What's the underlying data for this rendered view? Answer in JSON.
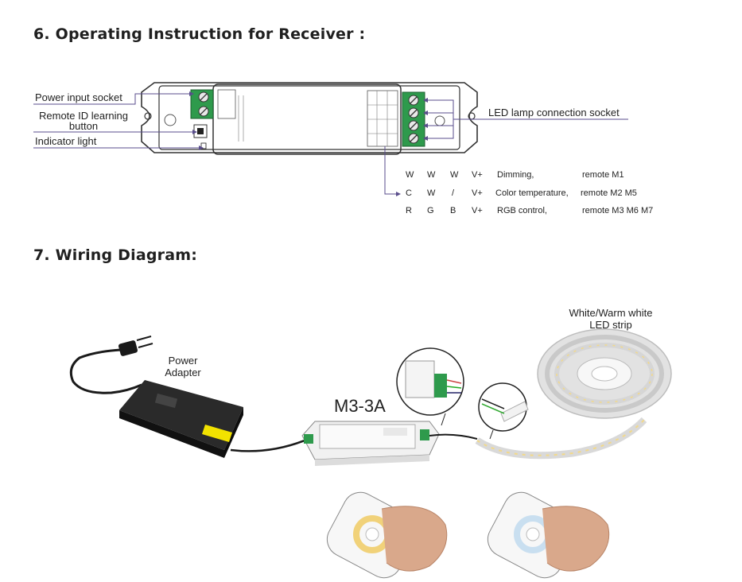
{
  "section6": {
    "title": "6. Operating Instruction for Receiver :",
    "labels": {
      "power_input": "Power input socket",
      "remote_id_line1": "Remote ID learning",
      "remote_id_line2": "button",
      "indicator": "Indicator light",
      "led_socket": "LED lamp connection socket"
    },
    "table": [
      {
        "c1": "W",
        "c2": "W",
        "c3": "W",
        "c4": "V+",
        "desc": "Dimming,",
        "remote": "remote M1"
      },
      {
        "c1": "C",
        "c2": "W",
        "c3": "/",
        "c4": "V+",
        "desc": "Color temperature,",
        "remote": "remote M2 M5"
      },
      {
        "c1": "R",
        "c2": "G",
        "c3": "B",
        "c4": "V+",
        "desc": "RGB control,",
        "remote": "remote  M3 M6 M7"
      }
    ]
  },
  "section7": {
    "title": "7. Wiring Diagram:",
    "labels": {
      "power_line1": "Power",
      "power_line2": "Adapter",
      "model": "M3-3A",
      "strip_line1": "White/Warm white",
      "strip_line2": "LED strip"
    }
  },
  "colors": {
    "terminal_green": "#2e9a4c",
    "arrow_purple": "#5a4e8c",
    "outline": "#333333",
    "adapter_black": "#1a1a1a",
    "adapter_sticker": "#f2e200"
  }
}
